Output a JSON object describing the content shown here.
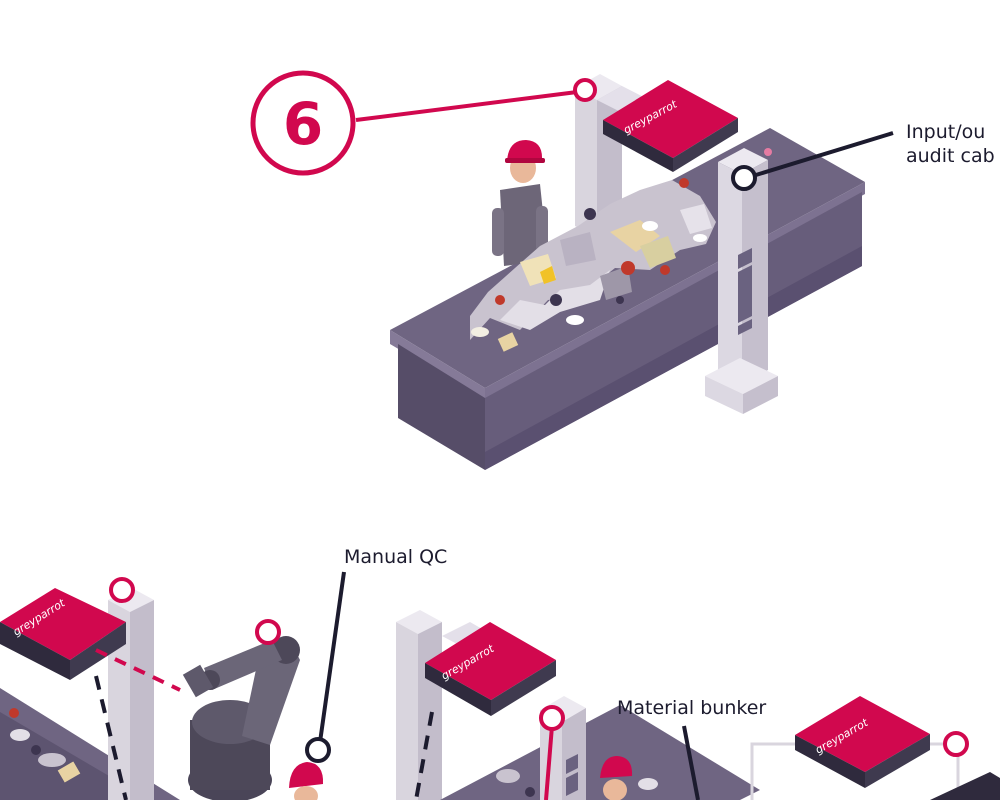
{
  "step_marker": {
    "number": "6"
  },
  "callouts": {
    "input_output": {
      "line1": "Input/ou",
      "line2": "audit cab"
    },
    "manual_qc": "Manual QC",
    "material_bunker": "Material bunker"
  },
  "camera_brand": "greyparrot",
  "colors": {
    "accent": "#d1084e",
    "conveyor_top": "#6f6582",
    "conveyor_side": "#5d5470",
    "frame": "#d9d5de",
    "ink": "#1c1b2e"
  }
}
